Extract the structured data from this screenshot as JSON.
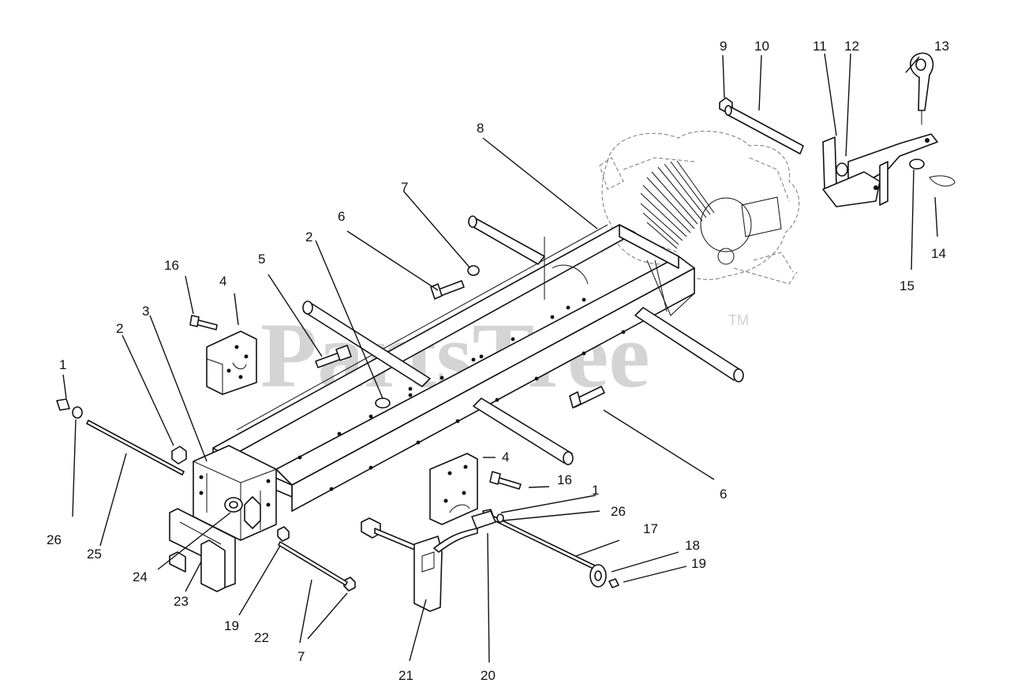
{
  "watermark": {
    "text": "PartsTree",
    "trademark": "TM"
  },
  "callouts": [
    {
      "id": "c1a",
      "label": "1"
    },
    {
      "id": "c1b",
      "label": "1"
    },
    {
      "id": "c2a",
      "label": "2"
    },
    {
      "id": "c2b",
      "label": "2"
    },
    {
      "id": "c3",
      "label": "3"
    },
    {
      "id": "c4a",
      "label": "4"
    },
    {
      "id": "c4b",
      "label": "4"
    },
    {
      "id": "c5",
      "label": "5"
    },
    {
      "id": "c6a",
      "label": "6"
    },
    {
      "id": "c6b",
      "label": "6"
    },
    {
      "id": "c7a",
      "label": "7"
    },
    {
      "id": "c7b",
      "label": "7"
    },
    {
      "id": "c8",
      "label": "8"
    },
    {
      "id": "c9",
      "label": "9"
    },
    {
      "id": "c10",
      "label": "10"
    },
    {
      "id": "c11",
      "label": "11"
    },
    {
      "id": "c12",
      "label": "12"
    },
    {
      "id": "c13",
      "label": "13"
    },
    {
      "id": "c14",
      "label": "14"
    },
    {
      "id": "c15",
      "label": "15"
    },
    {
      "id": "c16a",
      "label": "16"
    },
    {
      "id": "c16b",
      "label": "16"
    },
    {
      "id": "c17",
      "label": "17"
    },
    {
      "id": "c18",
      "label": "18"
    },
    {
      "id": "c19a",
      "label": "19"
    },
    {
      "id": "c19b",
      "label": "19"
    },
    {
      "id": "c20",
      "label": "20"
    },
    {
      "id": "c21",
      "label": "21"
    },
    {
      "id": "c22",
      "label": "22"
    },
    {
      "id": "c23",
      "label": "23"
    },
    {
      "id": "c24",
      "label": "24"
    },
    {
      "id": "c25",
      "label": "25"
    },
    {
      "id": "c26a",
      "label": "26"
    },
    {
      "id": "c26b",
      "label": "26"
    }
  ]
}
